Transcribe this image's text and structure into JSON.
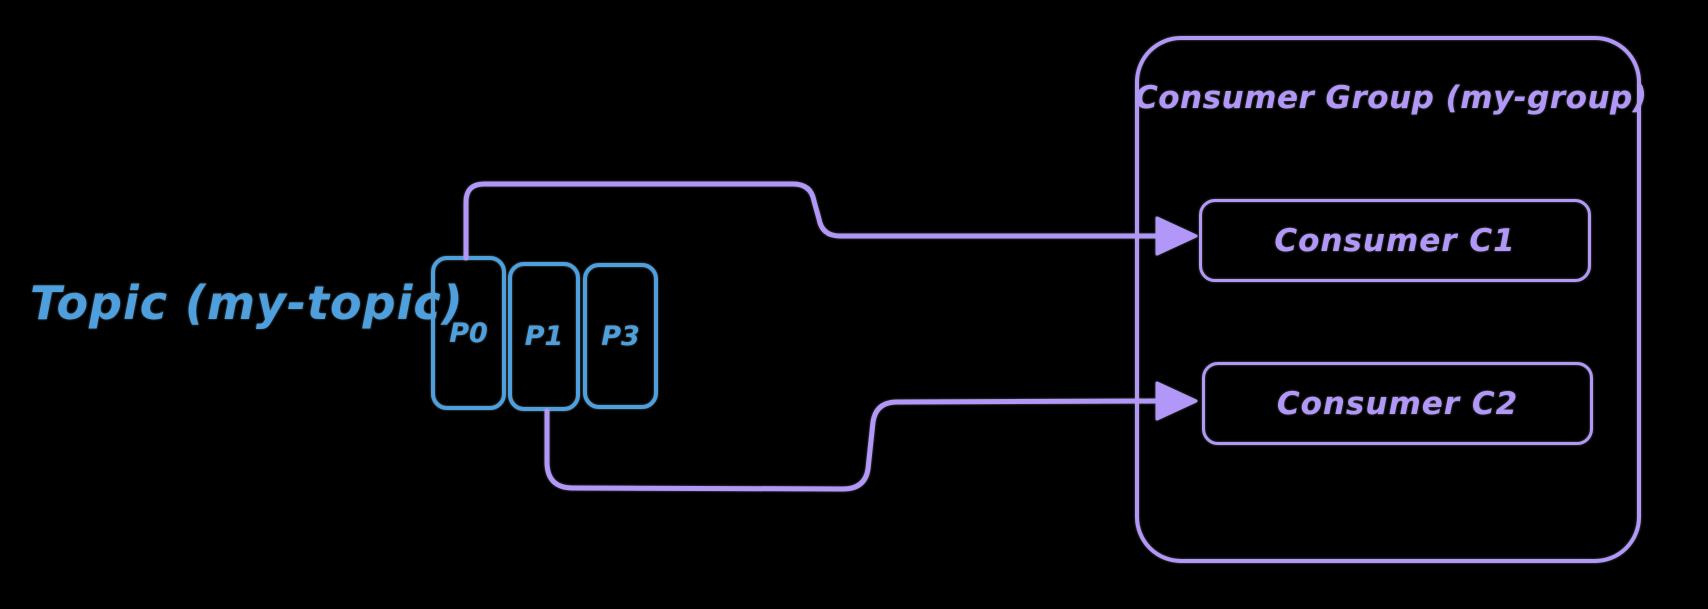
{
  "diagram": {
    "type": "kafka-topic-consumer-group",
    "background_color": "#000000",
    "topic": {
      "label": "Topic (my-topic)",
      "color": "#4d9fdd",
      "partitions": [
        {
          "label": "P0"
        },
        {
          "label": "P1"
        },
        {
          "label": "P3"
        }
      ]
    },
    "consumer_group": {
      "title": "Consumer Group (my-group)",
      "color": "#b197f8",
      "consumers": [
        {
          "label": "Consumer C1"
        },
        {
          "label": "Consumer C2"
        }
      ]
    },
    "connections": [
      {
        "from": "topic-partitions-top",
        "to": "Consumer C1",
        "style": "arrow"
      },
      {
        "from": "topic-partitions-bottom",
        "to": "Consumer C2",
        "style": "arrow"
      }
    ]
  }
}
